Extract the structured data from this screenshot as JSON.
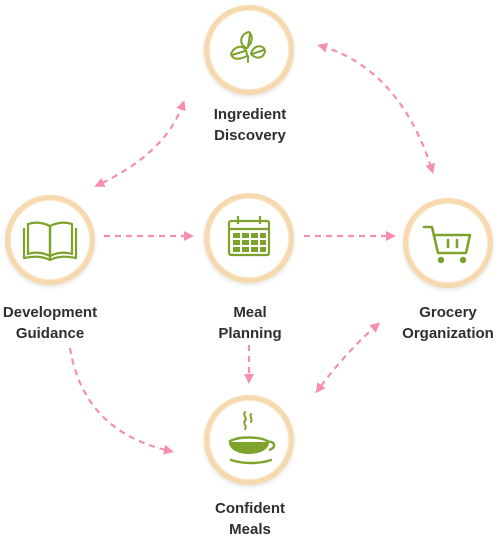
{
  "diagram": {
    "accent_color": "#f48fb1",
    "ring_color": "#f6d9ae",
    "icon_color": "#7ea32c",
    "nodes": [
      {
        "id": "ingredient",
        "icon": "leaves-icon",
        "line1": "Ingredient",
        "line2": "Discovery"
      },
      {
        "id": "development",
        "icon": "book-icon",
        "line1": "Development",
        "line2": "Guidance"
      },
      {
        "id": "meal",
        "icon": "calendar-icon",
        "line1": "Meal",
        "line2": "Planning"
      },
      {
        "id": "grocery",
        "icon": "shopping-cart-icon",
        "line1": "Grocery",
        "line2": "Organization"
      },
      {
        "id": "confident",
        "icon": "steaming-bowl-icon",
        "line1": "Confident",
        "line2": "Meals"
      }
    ],
    "connections": [
      {
        "from": "ingredient",
        "to": "development",
        "style": "bidirectional-curved"
      },
      {
        "from": "ingredient",
        "to": "grocery",
        "style": "bidirectional-curved"
      },
      {
        "from": "development",
        "to": "meal",
        "style": "one-way"
      },
      {
        "from": "meal",
        "to": "grocery",
        "style": "one-way"
      },
      {
        "from": "meal",
        "to": "confident",
        "style": "one-way"
      },
      {
        "from": "development",
        "to": "confident",
        "style": "one-way-curved"
      },
      {
        "from": "grocery",
        "to": "confident",
        "style": "bidirectional-curved"
      }
    ]
  }
}
